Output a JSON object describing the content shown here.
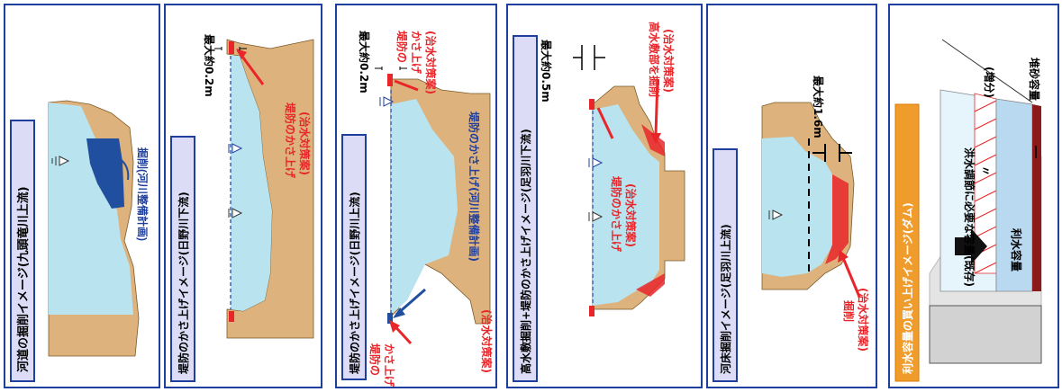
{
  "panels": [
    {
      "title": "河道の掘削イメージ(九頭竜川上流)",
      "labels": {
        "excavation": "掘削(河川整備計画)"
      }
    },
    {
      "title": "堤防のかさ上げイメージ(日野川下流)",
      "labels": {
        "max": "最大約0.2m",
        "raise1": "堤防のかさ上げ",
        "raise2": "(治水対策案)"
      }
    },
    {
      "title": "堤防のかさ上げイメージ(日野川上流)",
      "labels": {
        "max": "最大約0.2m",
        "top_raise_a": "堤防の",
        "top_raise_b": "かさ上げ",
        "top_raise_c": "(治水対策案)",
        "plan": "堤防のかさ上げ(河川整備計画)",
        "bottom_a": "堤防の",
        "bottom_b": "かさ上げ",
        "bottom_c": "(治水対策案)"
      }
    },
    {
      "title": "高水敷掘削+堤防のかさ上げイメージ(足羽川下流)",
      "labels": {
        "max": "最大約0.5m",
        "terrace_a": "高水敷部を掘削",
        "terrace_b": "(治水対策案)",
        "raise_a": "堤防のかさ上げ",
        "raise_b": "(治水対策案)"
      }
    },
    {
      "title": "河床掘削イメージ(足羽川上流)",
      "labels": {
        "max": "最大約1.6m",
        "exc_a": "掘削",
        "exc_b": "(治水対策案)"
      }
    },
    {
      "title": "利水容量の買い上げイメージ(ダム)",
      "labels": {
        "flood": "洪水調節に必要な容量(既存)",
        "increase": "(増分)",
        "sediment": "堆砂容量",
        "water": "利水容量",
        "ditto": "〃"
      }
    }
  ],
  "colors": {
    "water": "#b9e3ee",
    "earth": "#deb27c",
    "deepcut": "#1f4f9e",
    "red": "#e8262a",
    "title_bg": "#dcdcf7",
    "title_border": "#1f3f9e"
  }
}
